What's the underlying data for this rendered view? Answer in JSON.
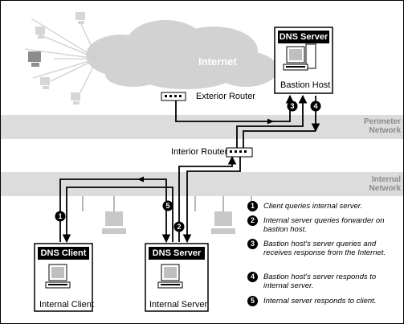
{
  "dns_server_bastion": "DNS Server",
  "bastion_host": "Bastion Host",
  "internet": "Internet",
  "exterior_router": "Exterior Router",
  "perimeter_network": [
    "Perimeter",
    "Network"
  ],
  "interior_router": "Interior Router",
  "internal_network": [
    "Internal",
    "Network"
  ],
  "dns_client": "DNS Client",
  "internal_client": "Internal Client",
  "dns_server_internal": "DNS Server",
  "internal_server": "Internal Server",
  "steps": [
    {
      "num": "1",
      "text": "Client queries internal server."
    },
    {
      "num": "2",
      "text": "Internal server queries forwarder on bastion host."
    },
    {
      "num": "3",
      "text": "Bastion host's server queries and receives response from the Internet."
    },
    {
      "num": "4",
      "text": "Bastion host's server responds to internal server."
    },
    {
      "num": "5",
      "text": "Internal server responds to client."
    }
  ],
  "colors": {
    "network_band": "#dcdcdc",
    "cloud": "#d2d2d2",
    "flow": "#000000",
    "label_grey": "#8a8a8a"
  }
}
